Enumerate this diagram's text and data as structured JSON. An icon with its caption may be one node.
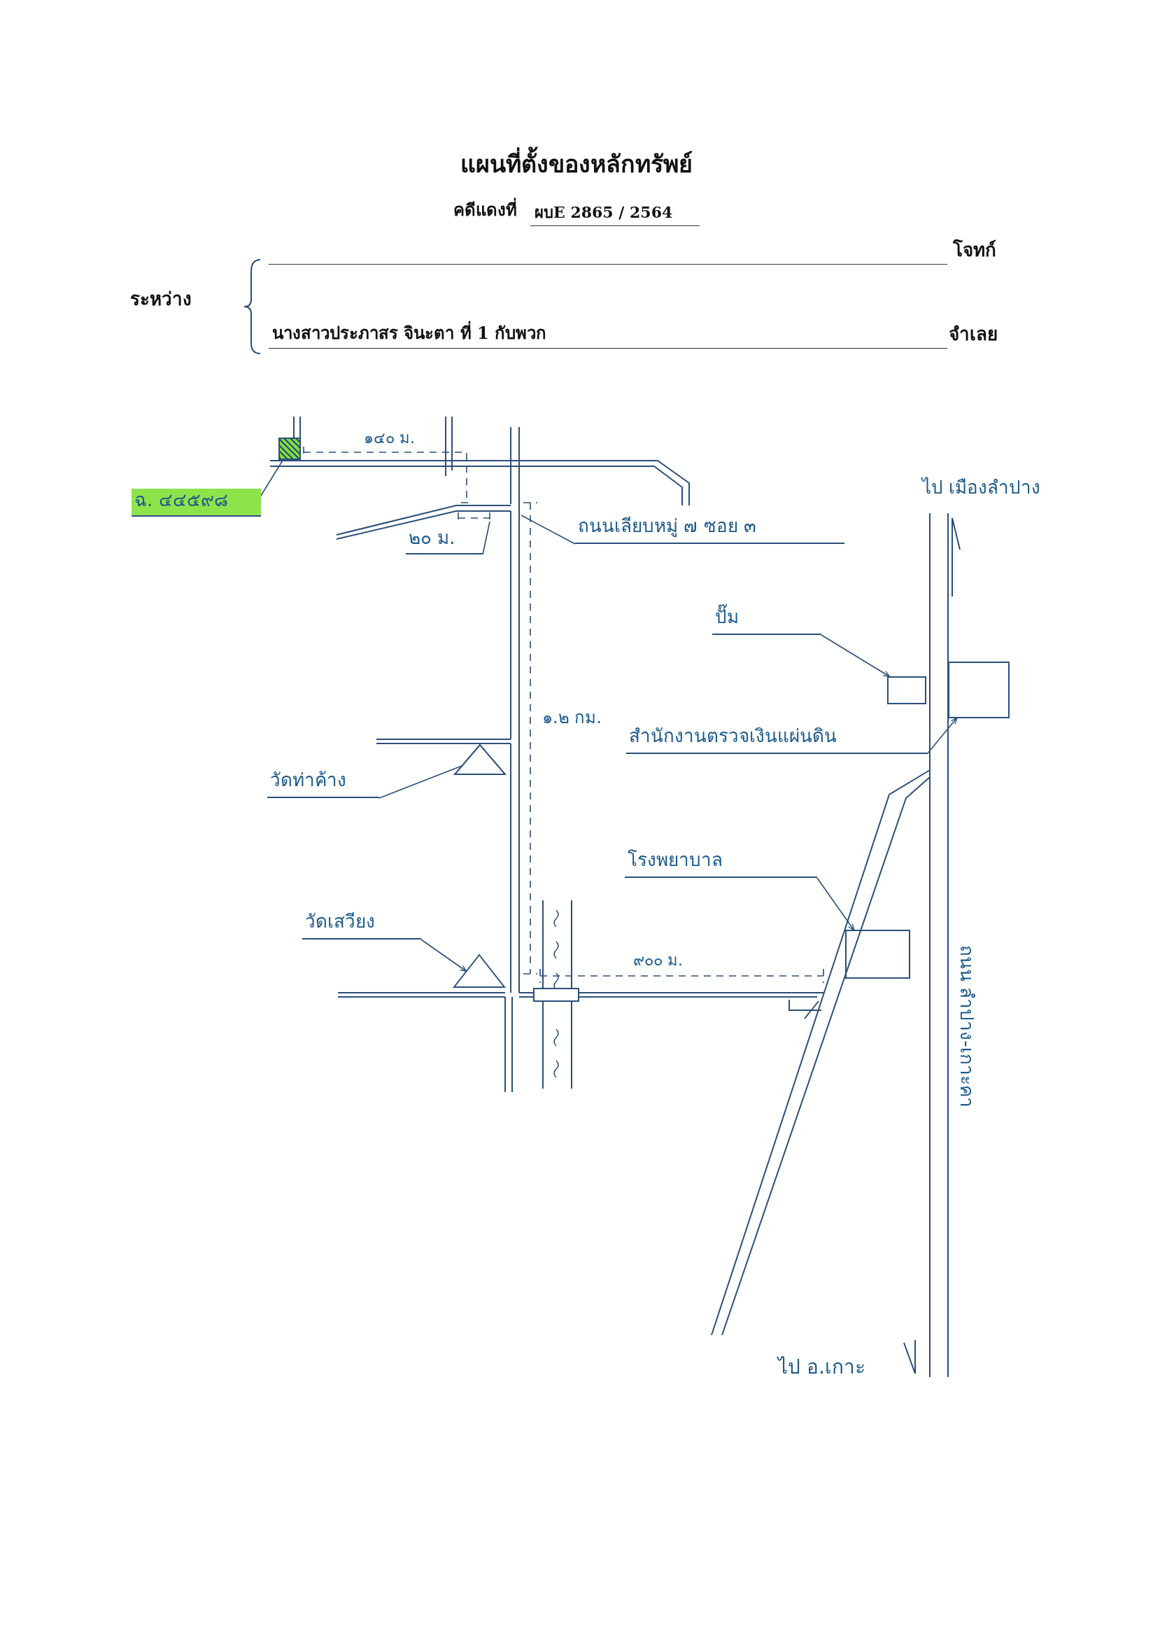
{
  "diagram": {
    "title": "แผนที่ตั้งของหลักทรัพย์",
    "nodes": [
      {
        "text": [],
        "shape": "box"
      },
      {
        "text": [
          "ฉ. ๔๔๕๙๘"
        ]
      },
      {
        "text": [
          "๒๐ ม."
        ]
      },
      {
        "text": [
          "ถนนเลียบหมู่ ๗ ซอย ๓"
        ]
      },
      {
        "text": [
          "ปั๊ม"
        ]
      },
      {
        "text": [],
        "shape": "box"
      },
      {
        "text": [
          "สำนักงานตรวจเงินแผ่นดิน"
        ]
      },
      {
        "text": [],
        "shape": "box"
      },
      {
        "text": [
          "วัดท่าค้าง"
        ]
      },
      {
        "text": [],
        "shape": "triangle"
      },
      {
        "text": [
          "วัดเสวียง"
        ]
      },
      {
        "text": [],
        "shape": "triangle"
      },
      {
        "text": [
          "โรงพยาบาล"
        ]
      },
      {
        "text": [],
        "shape": "box"
      }
    ],
    "edges": [
      {
        "from": 1,
        "to": 0,
        "arrow": "none"
      },
      {
        "from": 2,
        "to": null,
        "arrow": "none"
      },
      {
        "from": 3,
        "to": null,
        "arrow": "none"
      },
      {
        "from": 4,
        "to": 5,
        "arrow": "to"
      },
      {
        "from": 6,
        "to": 7,
        "arrow": "to"
      },
      {
        "from": 8,
        "to": 9,
        "arrow": "none"
      },
      {
        "from": 10,
        "to": 11,
        "arrow": "to"
      },
      {
        "from": 12,
        "to": 13,
        "arrow": "to"
      }
    ],
    "labels": [
      "คดีแดงที่",
      "ผบE 2865 / 2564",
      "ระหว่าง",
      "โจทก์",
      "นางสาวประภาสร จินะตา ที่ 1 กับพวก",
      "จำเลย",
      "๑๔๐ ม.",
      "ไป เมืองลำปาง",
      "๑.๒ กม.",
      "๙๐๐ ม.",
      "ถนน ลำปาง-เกาะคา",
      "ไป อ.เกาะ"
    ]
  }
}
